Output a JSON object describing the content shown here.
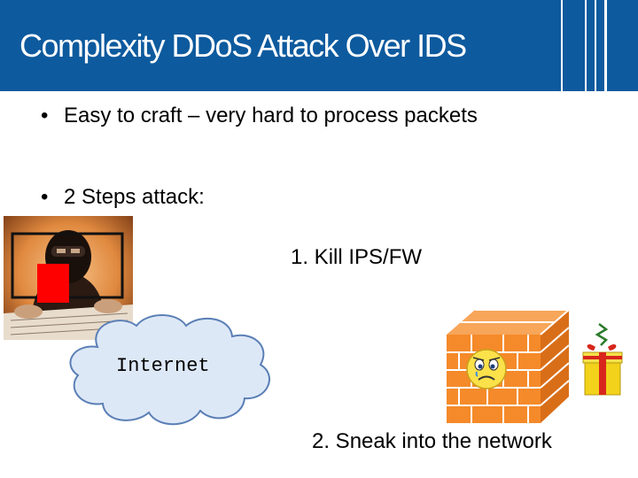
{
  "slide": {
    "title": "Complexity DDoS Attack Over IDS",
    "bullets": [
      "Easy to craft – very hard to process packets",
      "2 Steps attack:"
    ],
    "bullet_marker": "•",
    "steps": [
      "1. Kill IPS/FW",
      "2.  Sneak into the network"
    ],
    "cloud_label": "Internet",
    "colors": {
      "title_bar": "#0d5a9e",
      "title_text": "#ffffff",
      "brick": "#f58a2a",
      "gift_box": "#f2d21a",
      "ribbon": "#d8261c"
    },
    "icons": [
      "hacker-image",
      "cloud-icon",
      "firewall-wall-icon",
      "sad-face-icon",
      "gift-box-icon"
    ]
  }
}
